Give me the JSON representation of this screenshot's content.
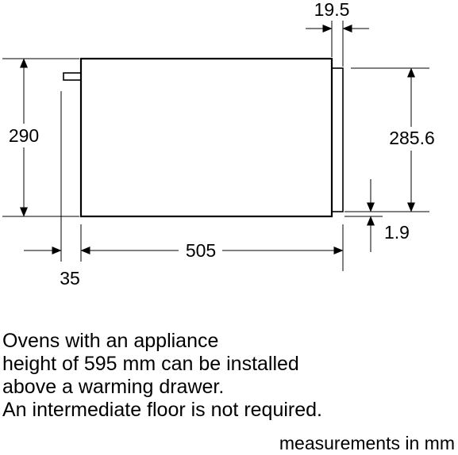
{
  "dimensions": {
    "depth_panel": "19.5",
    "height_total": "290",
    "height_drawer": "285.6",
    "gap_bottom": "1.9",
    "width_drawer": "505",
    "handle_offset": "35"
  },
  "notes": [
    "Ovens with an appliance",
    "height of 595 mm can be installed",
    "above a warming drawer.",
    "An intermediate floor is not required."
  ],
  "unit_note": "measurements in mm"
}
